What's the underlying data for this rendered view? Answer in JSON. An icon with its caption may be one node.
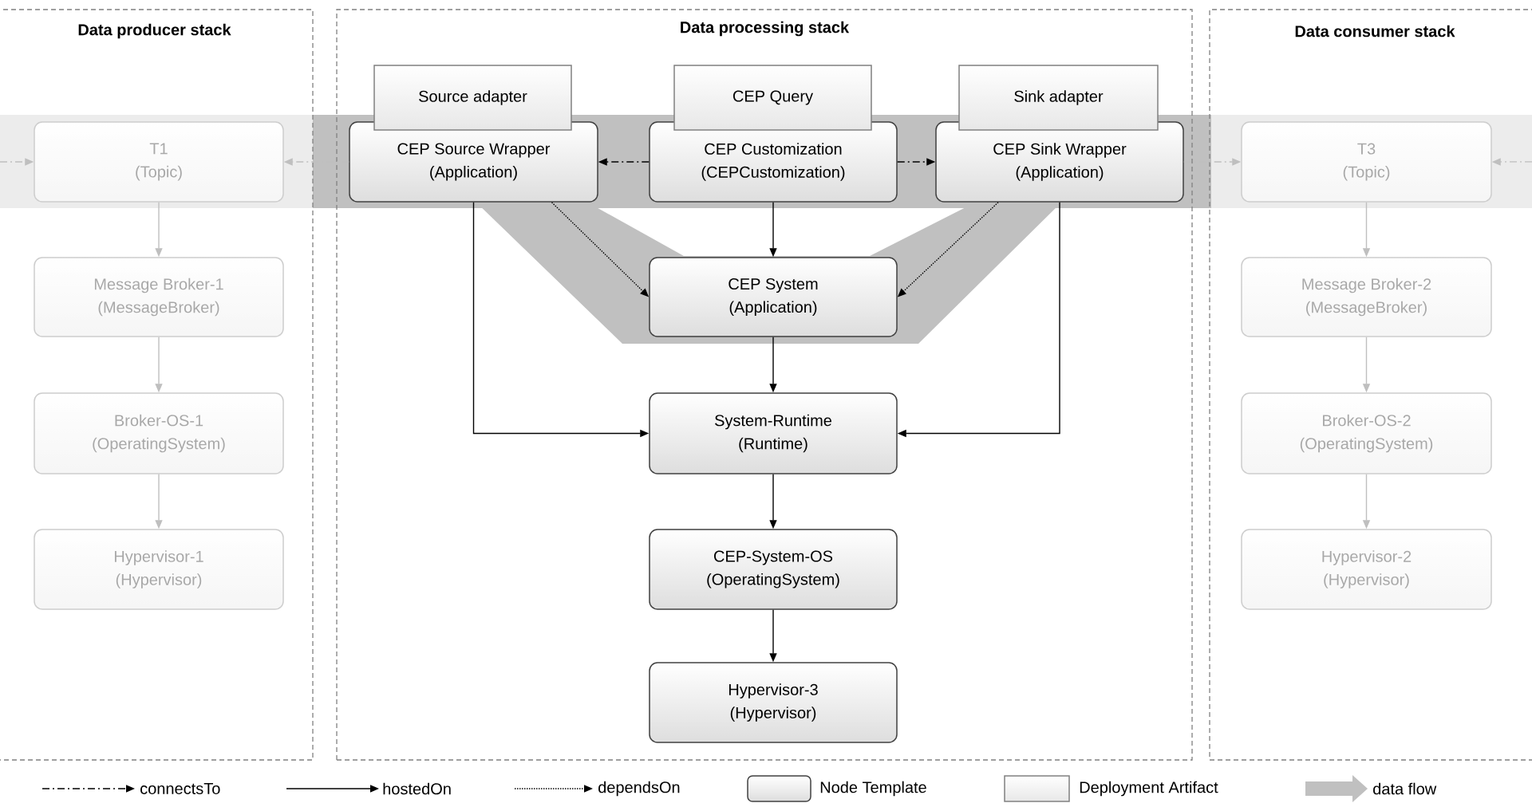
{
  "diagram": {
    "nodes": [
      {
        "text": [
          "Data producer stack"
        ]
      },
      {
        "text": [
          "T1",
          "(Topic)"
        ],
        "in": 0
      },
      {
        "text": [
          "Message Broker-1",
          "(MessageBroker)"
        ],
        "in": 0
      },
      {
        "text": [
          "Broker-OS-1",
          "(OperatingSystem)"
        ],
        "in": 0
      },
      {
        "text": [
          "Hypervisor-1",
          "(Hypervisor)"
        ],
        "in": 0
      },
      {
        "text": [
          "Data processing stack"
        ]
      },
      {
        "text": [
          "Source adapter"
        ],
        "in": 5
      },
      {
        "text": [
          "CEP Source Wrapper",
          "(Application)"
        ],
        "in": 5
      },
      {
        "text": [
          "CEP Query"
        ],
        "in": 5
      },
      {
        "text": [
          "CEP Customization",
          "(CEPCustomization)"
        ],
        "in": 5
      },
      {
        "text": [
          "Sink adapter"
        ],
        "in": 5
      },
      {
        "text": [
          "CEP Sink Wrapper",
          "(Application)"
        ],
        "in": 5
      },
      {
        "text": [
          "CEP System",
          "(Application)"
        ],
        "in": 5
      },
      {
        "text": [
          "System-Runtime",
          "(Runtime)"
        ],
        "in": 5
      },
      {
        "text": [
          "CEP-System-OS",
          "(OperatingSystem)"
        ],
        "in": 5
      },
      {
        "text": [
          "Hypervisor-3",
          "(Hypervisor)"
        ],
        "in": 5
      },
      {
        "text": [
          "Data consumer stack"
        ]
      },
      {
        "text": [
          "T3",
          "(Topic)"
        ],
        "in": 16
      },
      {
        "text": [
          "Message Broker-2",
          "(MessageBroker)"
        ],
        "in": 16
      },
      {
        "text": [
          "Broker-OS-2",
          "(OperatingSystem)"
        ],
        "in": 16
      },
      {
        "text": [
          "Hypervisor-2",
          "(Hypervisor)"
        ],
        "in": 16
      }
    ],
    "edges": [
      {
        "from": 9,
        "to": 7,
        "arrow": "to",
        "style": "dashed"
      },
      {
        "from": 9,
        "to": 11,
        "arrow": "to",
        "style": "dashed"
      },
      {
        "from": 7,
        "to": 1,
        "arrow": "to",
        "style": "dashed",
        "color": "#bfbfbf"
      },
      {
        "from": 11,
        "to": 17,
        "arrow": "to",
        "style": "dashed",
        "color": "#bfbfbf"
      },
      {
        "from": null,
        "to": 1,
        "arrow": "to",
        "style": "dashed",
        "color": "#bfbfbf"
      },
      {
        "from": null,
        "to": 17,
        "arrow": "to",
        "style": "dashed",
        "color": "#bfbfbf"
      },
      {
        "from": 9,
        "to": 12,
        "arrow": "to"
      },
      {
        "from": 7,
        "to": 12,
        "arrow": "to",
        "style": "dashed"
      },
      {
        "from": 11,
        "to": 12,
        "arrow": "to",
        "style": "dashed"
      },
      {
        "from": 7,
        "to": 13,
        "arrow": "to"
      },
      {
        "from": 11,
        "to": 13,
        "arrow": "to"
      },
      {
        "from": 12,
        "to": 13,
        "arrow": "to"
      },
      {
        "from": 13,
        "to": 14,
        "arrow": "to"
      },
      {
        "from": 14,
        "to": 15,
        "arrow": "to"
      },
      {
        "from": 1,
        "to": 2,
        "arrow": "to",
        "color": "#bfbfbf"
      },
      {
        "from": 2,
        "to": 3,
        "arrow": "to",
        "color": "#bfbfbf"
      },
      {
        "from": 3,
        "to": 4,
        "arrow": "to",
        "color": "#bfbfbf"
      },
      {
        "from": 17,
        "to": 18,
        "arrow": "to",
        "color": "#bfbfbf"
      },
      {
        "from": 18,
        "to": 19,
        "arrow": "to",
        "color": "#bfbfbf"
      },
      {
        "from": 19,
        "to": 20,
        "arrow": "to",
        "color": "#bfbfbf"
      }
    ],
    "legend": [
      {
        "text": "connectsTo"
      },
      {
        "text": "hostedOn"
      },
      {
        "text": "dependsOn"
      },
      {
        "text": "Node Template"
      },
      {
        "text": "Deployment Artifact"
      },
      {
        "text": "data flow"
      }
    ]
  }
}
